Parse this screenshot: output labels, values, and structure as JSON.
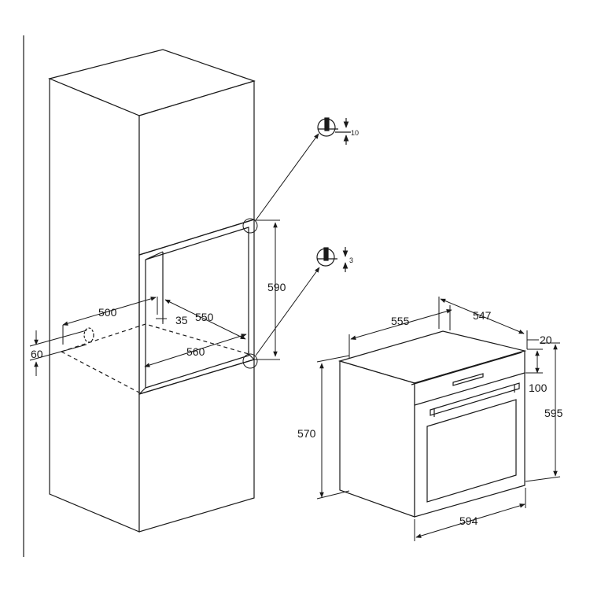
{
  "cabinet": {
    "dimensions": {
      "depth": "500",
      "niche_width_inner": "550",
      "niche_width_outer": "560",
      "niche_height": "590",
      "back_gap": "35",
      "vent_height": "60"
    }
  },
  "details": {
    "top_detail_value": "10",
    "bottom_detail_value": "3"
  },
  "oven": {
    "dimensions": {
      "depth_body": "555",
      "depth_total": "547",
      "front_panel": "20",
      "control_panel": "100",
      "height_total": "595",
      "height_body": "570",
      "width": "594"
    }
  },
  "colors": {
    "line": "#1a1a1a",
    "cabinet_front": "#ffffff",
    "cabinet_side": "#ffffff"
  }
}
